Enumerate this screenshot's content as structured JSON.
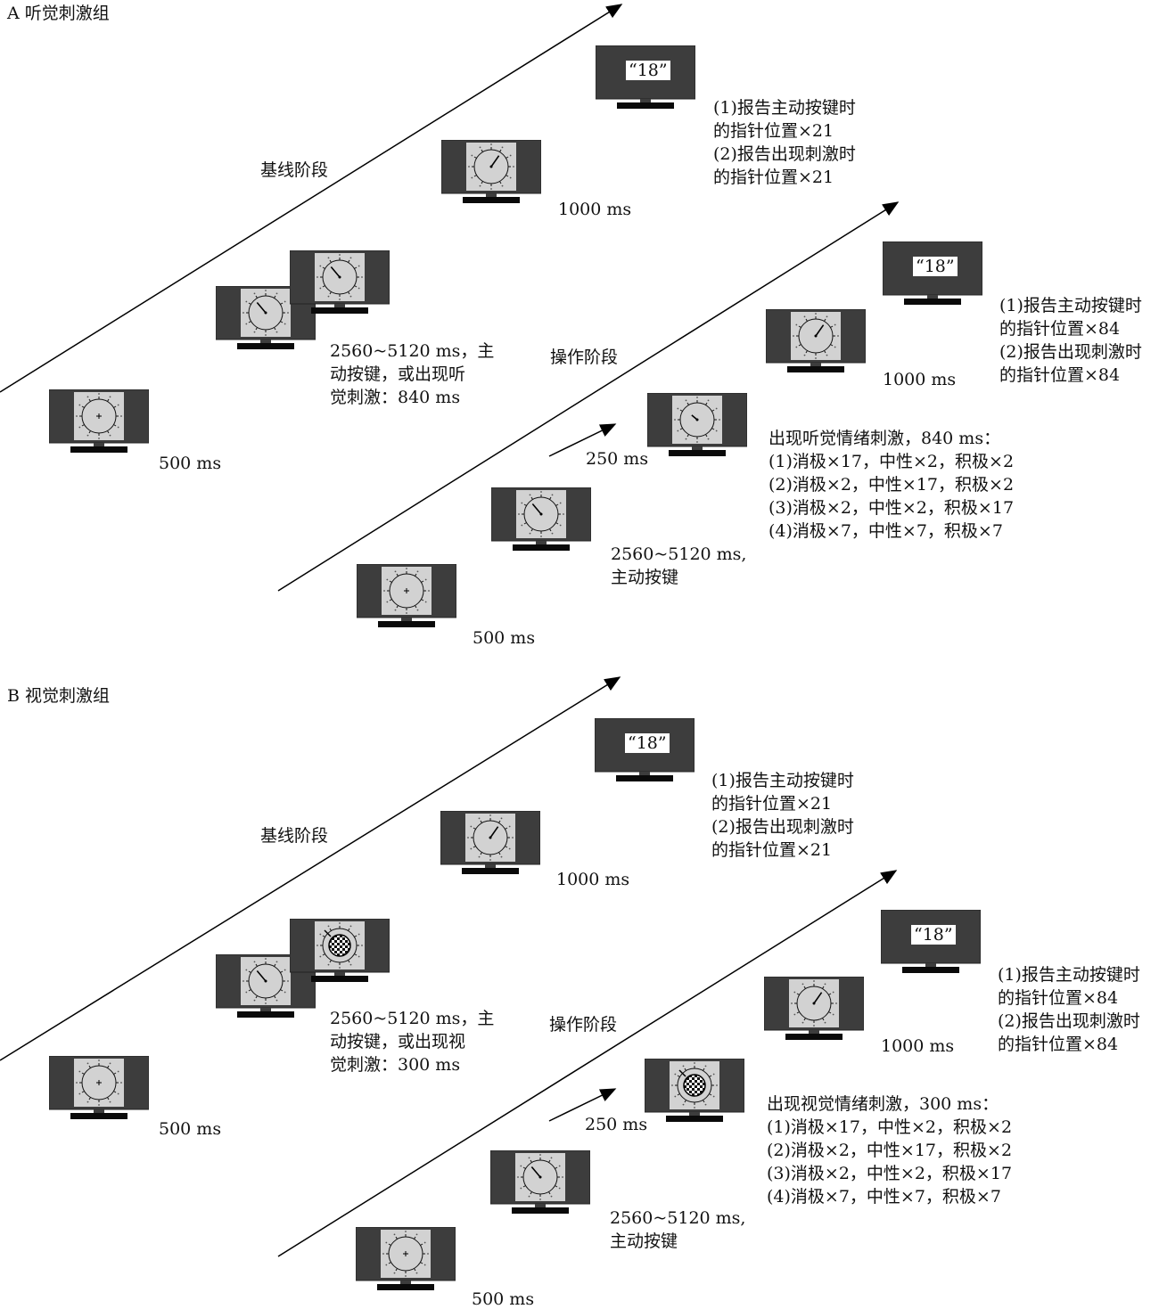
{
  "panels": [
    {
      "label": "A 听觉刺激组",
      "baseline_label": "基线阶段",
      "operation_label": "操作阶段",
      "baseline_interval_text": "2560~5120 ms，主\n动按键，或出现听\n觉刺激：840 ms",
      "baseline_fix_time": "500 ms",
      "baseline_clock_time": "1000 ms",
      "baseline_report": "(1)报告主动按键时\n的指针位置×21\n(2)报告出现刺激时\n的指针位置×21",
      "op_fix_time": "500 ms",
      "op_interval_text": "2560~5120 ms,\n主动按键",
      "op_delay_time": "250 ms",
      "op_stimulus_text": "出现听觉情绪刺激，840 ms：\n(1)消极×17，中性×2，积极×2\n(2)消极×2，中性×17，积极×2\n(3)消极×2，中性×2，积极×17\n(4)消极×7，中性×7，积极×7",
      "op_clock_time": "1000 ms",
      "op_report": "(1)报告主动按键时\n的指针位置×84\n(2)报告出现刺激时\n的指针位置×84",
      "answer_display": "“18”",
      "monitors": [
        "fixation",
        "clock",
        "clock",
        "clock",
        "answer",
        "fixation",
        "clock",
        "clock-stim",
        "clock",
        "answer"
      ]
    },
    {
      "label": "B 视觉刺激组",
      "baseline_label": "基线阶段",
      "operation_label": "操作阶段",
      "baseline_interval_text": "2560~5120 ms，主\n动按键，或出现视\n觉刺激：300 ms",
      "baseline_fix_time": "500 ms",
      "baseline_clock_time": "1000 ms",
      "baseline_report": "(1)报告主动按键时\n的指针位置×21\n(2)报告出现刺激时\n的指针位置×21",
      "op_fix_time": "500 ms",
      "op_interval_text": "2560~5120 ms,\n主动按键",
      "op_delay_time": "250 ms",
      "op_stimulus_text": "出现视觉情绪刺激，300 ms：\n(1)消极×17，中性×2，积极×2\n(2)消极×2，中性×17，积极×2\n(3)消极×2，中性×2，积极×17\n(4)消极×7，中性×7，积极×7",
      "op_clock_time": "1000 ms",
      "op_report": "(1)报告主动按键时\n的指针位置×84\n(2)报告出现刺激时\n的指针位置×84",
      "answer_display": "“18”",
      "monitors": [
        "fixation",
        "clock",
        "checker",
        "clock",
        "answer",
        "fixation",
        "clock",
        "checker",
        "clock",
        "answer"
      ]
    }
  ],
  "colors": {
    "monitor": "#3d3d3d",
    "screen": "#d2d2d2",
    "stand": "#0a0a0a"
  }
}
